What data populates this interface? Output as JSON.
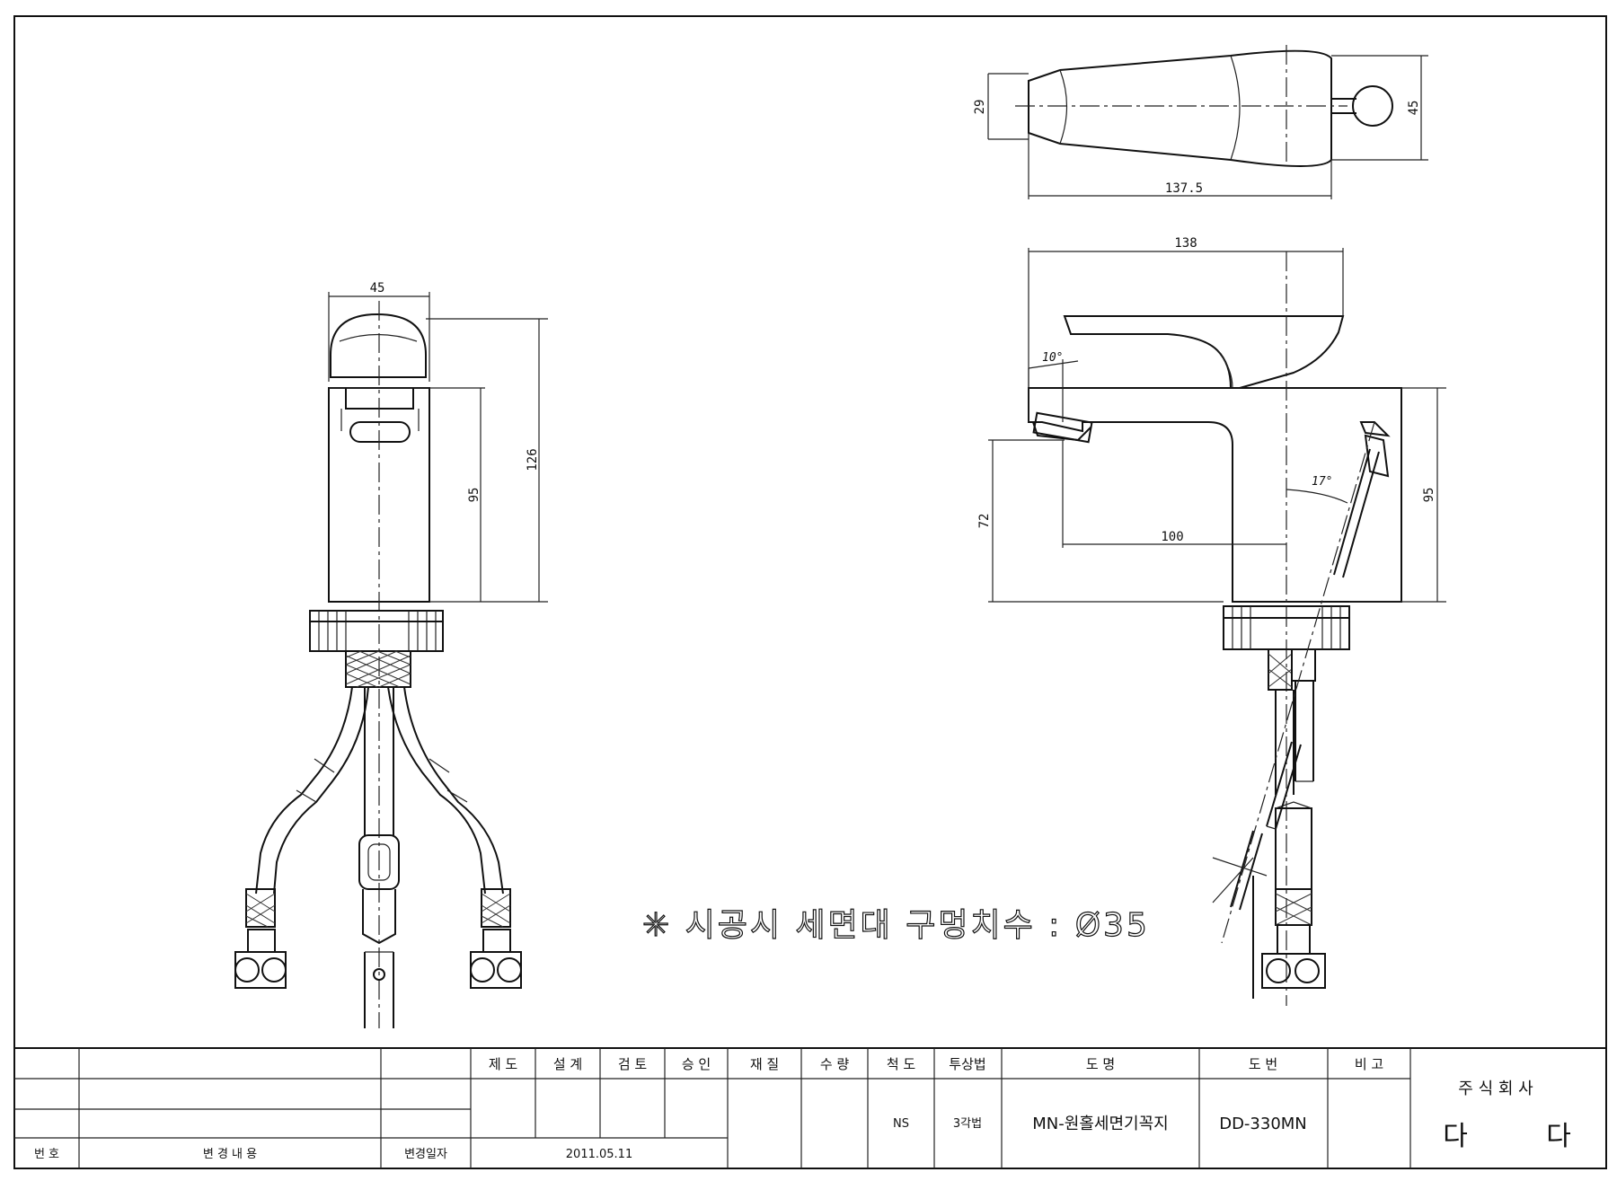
{
  "dimensions": {
    "front_width": "45",
    "front_height_95": "95",
    "front_height_126": "126",
    "top_depth": "29",
    "top_width": "45",
    "top_length": "137.5",
    "side_length": "138",
    "side_height_72": "72",
    "side_height_95": "95",
    "side_reach": "100",
    "spout_angle": "10°",
    "rod_angle": "17°"
  },
  "note": "✳ 시공시 세면대 구멍치수 : Ø35",
  "title_block": {
    "headers": {
      "draft": "제 도",
      "design": "설 계",
      "review": "검 토",
      "approve": "승 인",
      "material": "재 질",
      "quantity": "수 량",
      "scale": "척 도",
      "projection": "투상법",
      "drawing_name": "도 명",
      "drawing_no": "도 번",
      "remarks": "비 고"
    },
    "revision_footer": {
      "no": "번 호",
      "content": "변 경 내 용",
      "date": "변경일자"
    },
    "values": {
      "date": "2011.05.11",
      "scale": "NS",
      "projection": "3각법",
      "drawing_name": "MN-원홀세면기꼭지",
      "drawing_no": "DD-330MN"
    },
    "company": {
      "label": "주 식 회 사",
      "name_left": "다",
      "name_right": "다"
    }
  }
}
